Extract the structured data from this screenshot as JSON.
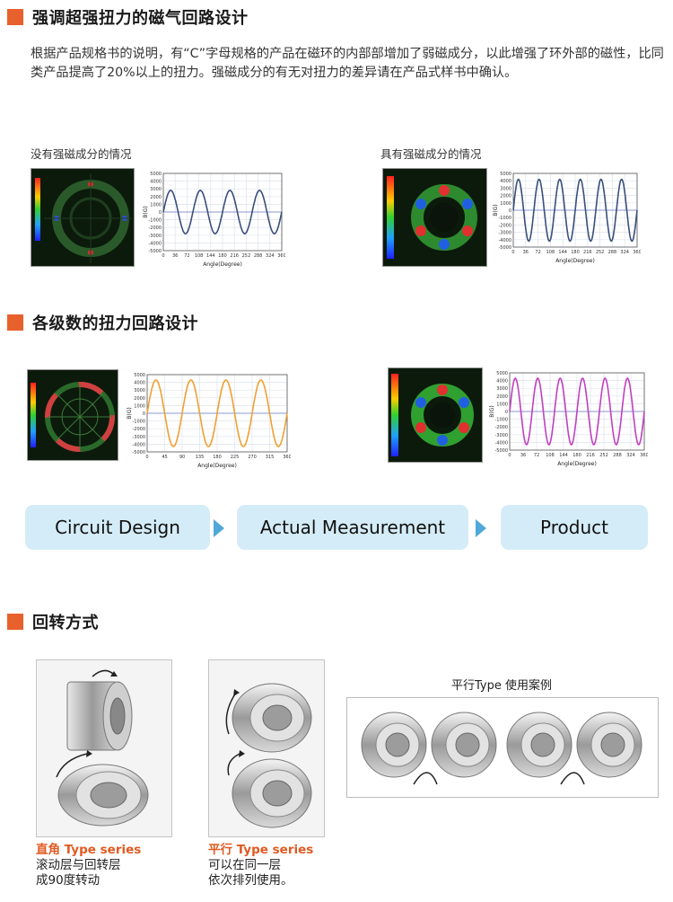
{
  "section1": {
    "title": "强调超强扭力的磁气回路设计",
    "paragraph": "根据产品规格书的说明，有“C”字母规格的产品在磁环的内部部增加了弱磁成分，以此增强了环外部的磁性，比同类产品提高了20%以上的扭力。强磁成分的有无对扭力的差异请在产品式样书中确认。",
    "caption_left": "没有强磁成分的情况",
    "caption_right": "具有强磁成分的情况"
  },
  "section2": {
    "title": "各级数的扭力回路设计"
  },
  "flow": {
    "step1": "Circuit Design",
    "step2": "Actual Measurement",
    "step3": "Product"
  },
  "section3": {
    "title": "回转方式",
    "right_angle_name": "直角 Type series",
    "right_angle_desc1": "滚动层与回转层",
    "right_angle_desc2": "成90度转动",
    "parallel_name": "平行 Type series",
    "parallel_desc1": "可以在同一层",
    "parallel_desc2": "依次排列使用。",
    "parallel_example_title": "平行Type 使用案例"
  },
  "chart_data": [
    {
      "type": "line",
      "xlabel": "Angle(Degree)",
      "ylabel": "B(G)",
      "x_ticks": [
        0,
        36,
        72,
        108,
        144,
        180,
        216,
        252,
        288,
        324,
        360
      ],
      "y_ticks": [
        5000,
        4000,
        3000,
        2000,
        1000,
        0,
        -1000,
        -2000,
        -3000,
        -4000,
        -5000
      ],
      "xlim": [
        0,
        360
      ],
      "ylim": [
        -5000,
        5000
      ],
      "cycles": 4,
      "amplitude": 2800,
      "color": "#3a4f7a"
    },
    {
      "type": "line",
      "xlabel": "Angle(Degree)",
      "ylabel": "B(G)",
      "x_ticks": [
        0,
        36,
        72,
        108,
        144,
        180,
        216,
        252,
        288,
        324,
        360
      ],
      "y_ticks": [
        5000,
        4000,
        3000,
        2000,
        1000,
        0,
        -1000,
        -2000,
        -3000,
        -4000,
        -5000
      ],
      "xlim": [
        0,
        360
      ],
      "ylim": [
        -5000,
        5000
      ],
      "cycles": 6,
      "amplitude": 4200,
      "color": "#3a4f7a"
    },
    {
      "type": "line",
      "xlabel": "Angle(Degree)",
      "ylabel": "B(G)",
      "x_ticks": [
        0,
        45,
        90,
        135,
        180,
        225,
        270,
        315,
        360
      ],
      "y_ticks": [
        5000,
        4000,
        3000,
        2000,
        1000,
        0,
        -1000,
        -2000,
        -3000,
        -4000,
        -5000
      ],
      "xlim": [
        0,
        360
      ],
      "ylim": [
        -5000,
        5000
      ],
      "cycles": 4,
      "amplitude": 4300,
      "color": "#f0a030"
    },
    {
      "type": "line",
      "xlabel": "Angle(Degree)",
      "ylabel": "B(G)",
      "x_ticks": [
        0,
        36,
        72,
        108,
        144,
        180,
        216,
        252,
        288,
        324,
        360
      ],
      "y_ticks": [
        5000,
        4000,
        3000,
        2000,
        1000,
        0,
        -1000,
        -2000,
        -3000,
        -4000,
        -5000
      ],
      "xlim": [
        0,
        360
      ],
      "ylim": [
        -5000,
        5000
      ],
      "cycles": 6,
      "amplitude": 4300,
      "color": "#c040c0"
    }
  ],
  "colors": {
    "accent": "#e8602c",
    "flow_box": "#d4ecf7",
    "flow_arrow": "#4fa8d8",
    "red_label": "#e05a22"
  }
}
